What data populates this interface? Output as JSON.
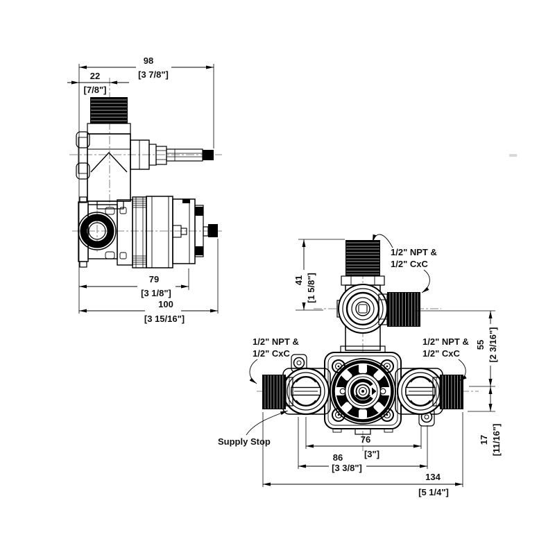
{
  "colors": {
    "line": "#000000",
    "centerline": "#606060",
    "background": "#ffffff"
  },
  "side": {
    "d98": {
      "mm": "98",
      "in": "[3 7/8\"]"
    },
    "d22": {
      "mm": "22",
      "in": "[7/8\"]"
    },
    "d79": {
      "mm": "79",
      "in": "[3 1/8\"]"
    },
    "d100": {
      "mm": "100",
      "in": "[3 15/16\"]"
    }
  },
  "front": {
    "d41": {
      "mm": "41",
      "in": "[1 5/8\"]"
    },
    "d55": {
      "mm": "55",
      "in": "[2 3/16\"]"
    },
    "d17": {
      "mm": "17",
      "in": "[11/16\"]"
    },
    "d76": {
      "mm": "76",
      "in": "[3\"]"
    },
    "d86": {
      "mm": "86",
      "in": "[3 3/8\"]"
    },
    "d134": {
      "mm": "134",
      "in": "[5 1/4\"]"
    },
    "label_top": {
      "l1": "1/2\" NPT &",
      "l2": "1/2\" CxC"
    },
    "label_left": {
      "l1": "1/2\" NPT &",
      "l2": "1/2\" CxC"
    },
    "label_right": {
      "l1": "1/2\" NPT &",
      "l2": "1/2\" CxC"
    },
    "supply_stop": "Supply Stop"
  }
}
